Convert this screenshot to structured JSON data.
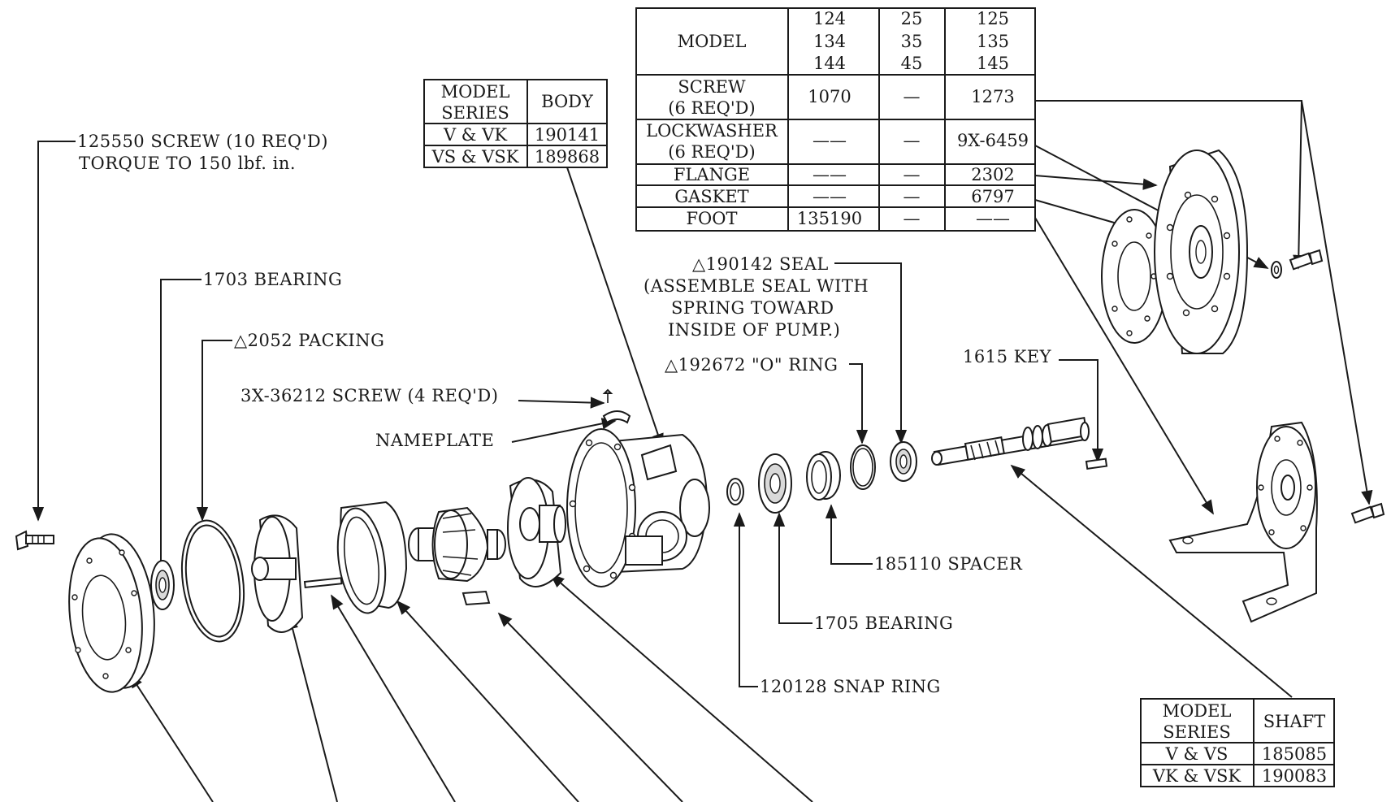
{
  "labels": {
    "screw_main_1": "125550 SCREW (10 REQ'D)",
    "screw_main_2": "TORQUE TO 150 lbf. in.",
    "bearing_1703": "1703 BEARING",
    "packing": "△2052 PACKING",
    "screw_36212": "3X-36212 SCREW (4 REQ'D)",
    "nameplate": "NAMEPLATE",
    "seal_1": "△190142 SEAL",
    "seal_2": "(ASSEMBLE SEAL WITH",
    "seal_3": "SPRING TOWARD",
    "seal_4": "INSIDE OF PUMP.)",
    "oring": "△192672 \"O\" RING",
    "key": "1615 KEY",
    "spacer": "185110 SPACER",
    "bearing_1705": "1705 BEARING",
    "snap_ring": "120128 SNAP RING"
  },
  "body_table": {
    "header": [
      "MODEL\nSERIES",
      "BODY"
    ],
    "header_line1": "MODEL",
    "header_line2": "SERIES",
    "header_col2": "BODY",
    "rows": [
      [
        "V & VK",
        "190141"
      ],
      [
        "VS & VSK",
        "189868"
      ]
    ]
  },
  "model_table": {
    "header_label": "MODEL",
    "model_cols": [
      [
        "124",
        "134",
        "144"
      ],
      [
        "25",
        "35",
        "45"
      ],
      [
        "125",
        "135",
        "145"
      ]
    ],
    "rows": [
      {
        "name1": "SCREW",
        "name2": "(6 REQ'D)",
        "values": [
          "1070",
          "—",
          "1273"
        ]
      },
      {
        "name1": "LOCKWASHER",
        "name2": "(6 REQ'D)",
        "values": [
          "——",
          "—",
          "9X-6459"
        ]
      },
      {
        "name1": "FLANGE",
        "name2": "",
        "values": [
          "——",
          "—",
          "2302"
        ]
      },
      {
        "name1": "GASKET",
        "name2": "",
        "values": [
          "——",
          "—",
          "6797"
        ]
      },
      {
        "name1": "FOOT",
        "name2": "",
        "values": [
          "135190",
          "—",
          "——"
        ]
      }
    ]
  },
  "shaft_table": {
    "header_line1": "MODEL",
    "header_line2": "SERIES",
    "header_col2": "SHAFT",
    "rows": [
      [
        "V & VS",
        "185085"
      ],
      [
        "VK & VSK",
        "190083"
      ]
    ]
  }
}
